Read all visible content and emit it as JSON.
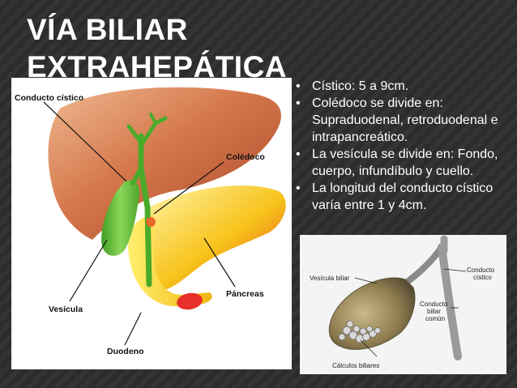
{
  "slide": {
    "title": "VÍA BILIAR EXTRAHEPÁTICA",
    "bullets": [
      "Cístico: 5 a 9cm.",
      "Colédoco se divide en: Supraduodenal, retroduodenal e intrapancreático.",
      "La vesícula se divide en: Fondo, cuerpo, infundíbulo y cuello.",
      "La longitud del conducto cístico varía entre 1 y 4cm."
    ],
    "bullet_glyph": "•"
  },
  "diagram_left": {
    "labels": {
      "conducto_cistico": "Conducto cístico",
      "coledoco": "Colédoco",
      "vesicula": "Vesícula",
      "pancreas": "Páncreas",
      "duodeno": "Duodeno"
    },
    "colors": {
      "liver": "#c8623a",
      "gallbladder": "#5cb832",
      "ducts": "#4aaa2a",
      "pancreas": "#f5c518",
      "duodenum": "#f2d21a",
      "duodenum_end": "#e8302a"
    }
  },
  "diagram_right": {
    "labels": {
      "vesicula_biliar": "Vesícula biliar",
      "conducto_cistico_l1": "Conducto",
      "conducto_cistico_l2": "cístico",
      "conducto_biliar_l1": "Conducto",
      "conducto_biliar_l2": "biliar",
      "conducto_biliar_l3": "común",
      "calculos_biliares": "Cálculos biliares"
    }
  }
}
